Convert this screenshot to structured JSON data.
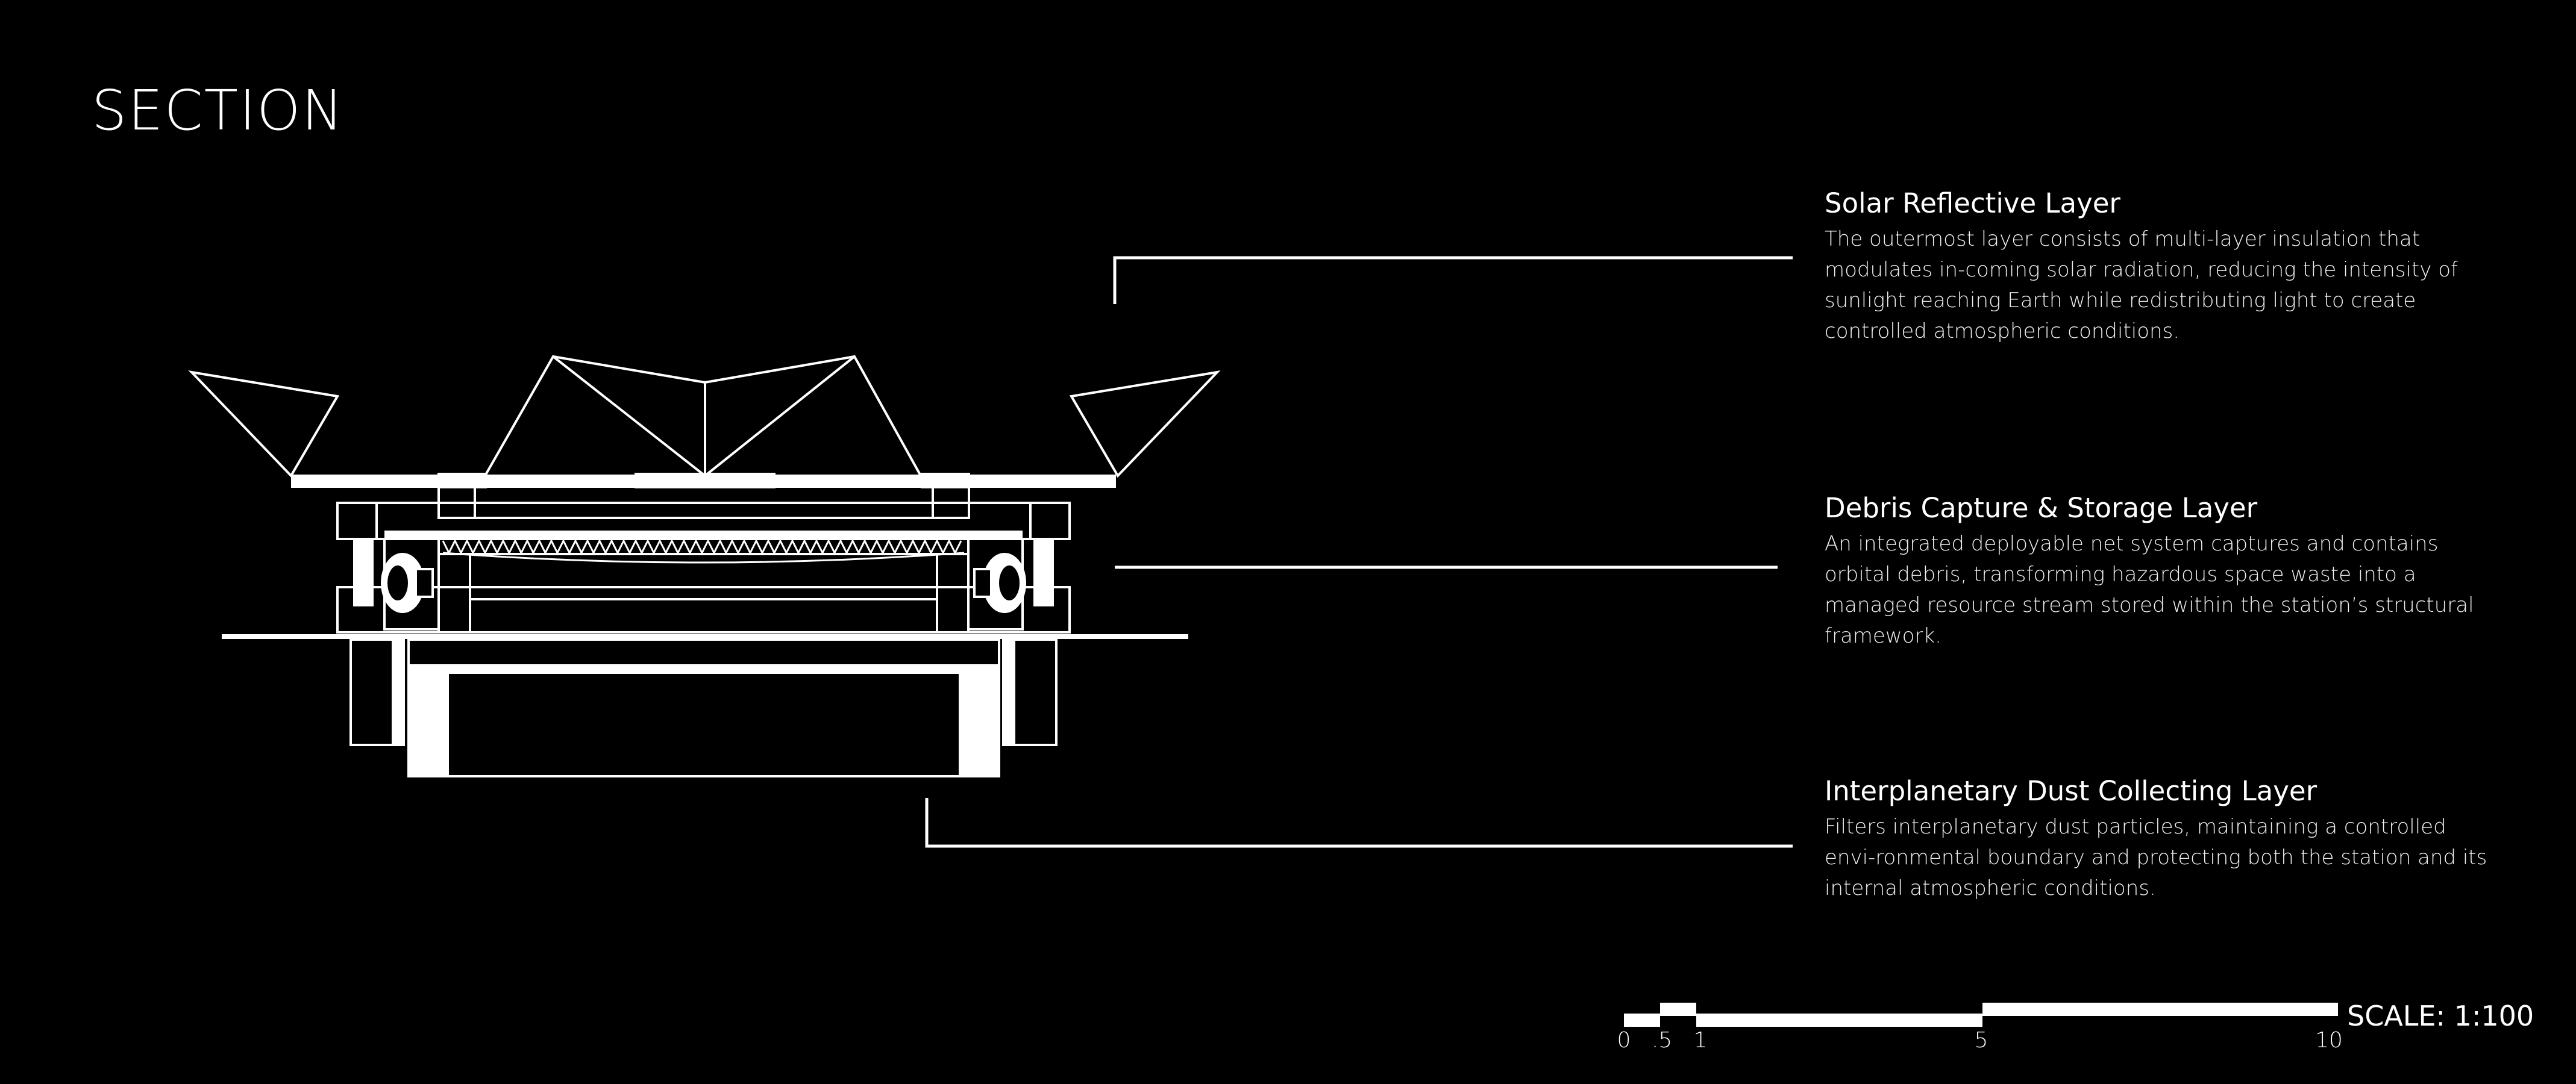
{
  "title": "SECTION",
  "annotations": [
    {
      "heading": "Solar Reflective Layer",
      "body": "The outermost layer consists of multi-layer insulation that modulates in-coming solar radiation, reducing the intensity of sunlight reaching Earth while redistributing light to create controlled atmospheric conditions."
    },
    {
      "heading": "Debris Capture & Storage Layer",
      "body": "An integrated deployable net system captures and contains orbital debris, transforming hazardous space waste into a managed resource stream stored within the station’s structural framework."
    },
    {
      "heading": "Interplanetary Dust Collecting Layer",
      "body": "Filters interplanetary dust particles, maintaining a controlled envi-ronmental boundary and protecting both the station and its internal atmospheric conditions."
    }
  ],
  "scale": {
    "label": "SCALE: 1:100",
    "ticks": [
      "0",
      ".5",
      "1",
      "5",
      "10"
    ]
  },
  "colors": {
    "background": "#000000",
    "linework": "#ffffff"
  }
}
